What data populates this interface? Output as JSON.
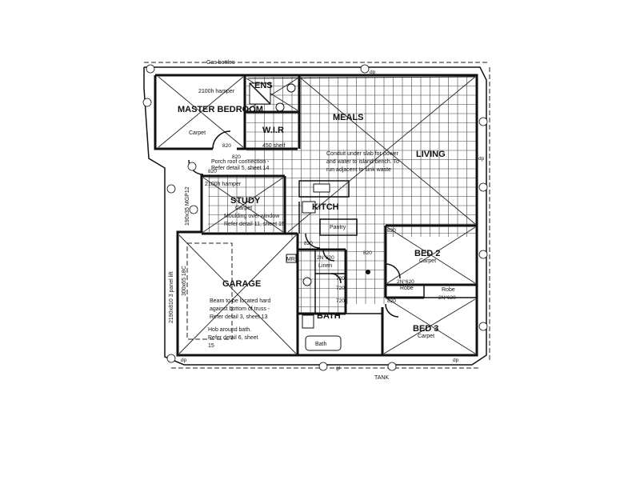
{
  "rooms": {
    "master": {
      "name": "MASTER BEDROOM",
      "floor": "Carpet"
    },
    "ens": {
      "name": "ENS"
    },
    "wir": {
      "name": "W.I.R"
    },
    "meals": {
      "name": "MEALS"
    },
    "living": {
      "name": "LIVING"
    },
    "study": {
      "name": "STUDY",
      "floor": "Carpet"
    },
    "kitchen": {
      "name": "KITCH"
    },
    "garage": {
      "name": "GARAGE"
    },
    "bed2": {
      "name": "BED 2",
      "floor": "Carpet"
    },
    "bed3": {
      "name": "BED 3",
      "floor": "Carpet"
    },
    "bath": {
      "name": "BATH"
    },
    "linen": {
      "name": "Linen"
    },
    "robe2": {
      "name": "Robe"
    },
    "robe3": {
      "name": "Robe"
    },
    "pantry": {
      "name": "Pantry"
    },
    "bath_tub": {
      "name": "Bath"
    }
  },
  "notes": {
    "gas_bottles": "Gas bottles",
    "hamper_top": "2100h hamper",
    "hamper_mid": "2100h hamper",
    "shelf": "450 shelf",
    "porch_1": "Porch roof connection -",
    "porch_2": "Refer detail 5, sheet 14",
    "conduit_1": "Conduit under slab for power",
    "conduit_2": "and water to island bench. To",
    "conduit_3": "run adjacent to sink waste",
    "moulding_1": "Moulding over window",
    "moulding_2": "Refer detail 11, sheet 15",
    "beam_1": "Beam to be located hard",
    "beam_2": "against bottom of truss -",
    "beam_3": "Refer detail 3, sheet 13",
    "hob_1": "Hob around bath.",
    "hob_2": "Refer detail 6, sheet",
    "hob_3": "15",
    "garage_side_1": "2190x810 3 panel lift",
    "garage_side_2": "300x65 18C",
    "study_side": "190x35 MGP12",
    "mr": "MR",
    "tank": "TANK"
  },
  "dimensions": {
    "d820_master": "820",
    "d820_porch": "820",
    "d820_porch2": "820",
    "d820_kitchen": "820",
    "d820_bed2": "820",
    "d820_bed3": "820",
    "d820_linen": "820",
    "d2n620_linen": "2N°620",
    "d2n620_bed2": "2N°620",
    "d2n620_bed3": "2N°620",
    "d720_a": "720",
    "d720_b": "720",
    "d720_c": "720"
  },
  "markers": {
    "dp": "dp",
    "gl": "gl"
  }
}
